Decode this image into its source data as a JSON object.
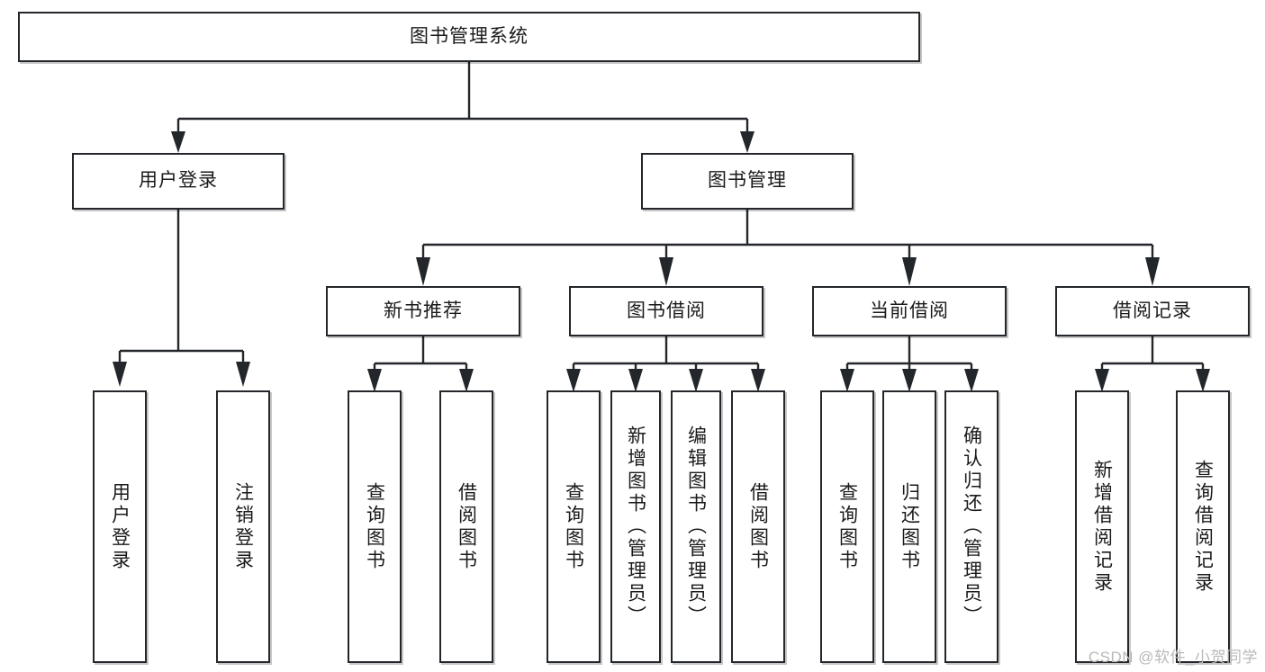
{
  "diagram": {
    "type": "org-chart",
    "title": "图书管理系统",
    "watermark": "CSDN @软件_小贺同学",
    "colors": {
      "stroke": "#23272b",
      "fill": "#ffffff",
      "text": "#1a1a1a",
      "watermark": "#b9b9b9"
    },
    "levels": {
      "root": {
        "label": "图书管理系统"
      },
      "level2": [
        {
          "label": "用户登录"
        },
        {
          "label": "图书管理"
        }
      ],
      "level3": [
        {
          "label": "新书推荐"
        },
        {
          "label": "图书借阅"
        },
        {
          "label": "当前借阅"
        },
        {
          "label": "借阅记录"
        }
      ],
      "leaves": [
        {
          "label": "用户登录"
        },
        {
          "label": "注销登录"
        },
        {
          "label": "查询图书"
        },
        {
          "label": "借阅图书"
        },
        {
          "label": "查询图书"
        },
        {
          "label": "新增图书（管理员）"
        },
        {
          "label": "编辑图书（管理员）"
        },
        {
          "label": "借阅图书"
        },
        {
          "label": "查询图书"
        },
        {
          "label": "归还图书"
        },
        {
          "label": "确认归还（管理员）"
        },
        {
          "label": "新增借阅记录"
        },
        {
          "label": "查询借阅记录"
        }
      ]
    },
    "tree": {
      "label": "图书管理系统",
      "children": [
        {
          "label": "用户登录",
          "children": [
            {
              "label": "用户登录"
            },
            {
              "label": "注销登录"
            }
          ]
        },
        {
          "label": "图书管理",
          "children": [
            {
              "label": "新书推荐",
              "children": [
                {
                  "label": "查询图书"
                },
                {
                  "label": "借阅图书"
                }
              ]
            },
            {
              "label": "图书借阅",
              "children": [
                {
                  "label": "查询图书"
                },
                {
                  "label": "新增图书（管理员）"
                },
                {
                  "label": "编辑图书（管理员）"
                },
                {
                  "label": "借阅图书"
                }
              ]
            },
            {
              "label": "当前借阅",
              "children": [
                {
                  "label": "查询图书"
                },
                {
                  "label": "归还图书"
                },
                {
                  "label": "确认归还（管理员）"
                }
              ]
            },
            {
              "label": "借阅记录",
              "children": [
                {
                  "label": "新增借阅记录"
                },
                {
                  "label": "查询借阅记录"
                }
              ]
            }
          ]
        }
      ]
    }
  }
}
